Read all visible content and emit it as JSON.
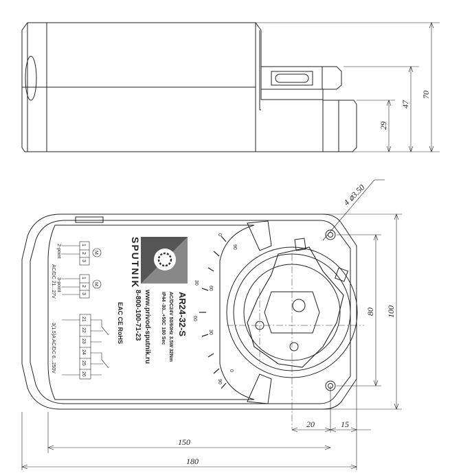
{
  "dimensions": {
    "d70": "70",
    "d47": "47",
    "d29": "29",
    "d100": "100",
    "d80": "80",
    "d20": "20",
    "d15": "15",
    "d150": "150",
    "d180": "180",
    "holes": "4 ⌀3.50"
  },
  "label": {
    "brand": "SPUTNIK",
    "model": "AR24-32-S",
    "spec1": "AC/DC24V   50/60Hz   3.5W   32Nm",
    "spec2": "IP44   -30...+50C   180 Sec",
    "website": "www.privod-sputnik.ru",
    "phone": "8-800-100-71-23",
    "certs": "EAC CE RoHS",
    "point2": "2-point",
    "point3": "3-point",
    "supply": "AC/DC 21...27V",
    "switch_rating": "3(1.5)A   AC/DC 6...250V",
    "terms_top": [
      "1",
      "2",
      "3"
    ],
    "terms_mid": [
      "1",
      "2",
      "3"
    ],
    "terms_sw_top": [
      "21",
      "22",
      "23"
    ],
    "terms_sw_bot": [
      "24",
      "25",
      "26"
    ],
    "motor_symbol": "M"
  },
  "scale": {
    "marks": [
      "0",
      "30",
      "60",
      "90",
      "60",
      "30",
      "0",
      "90"
    ]
  }
}
